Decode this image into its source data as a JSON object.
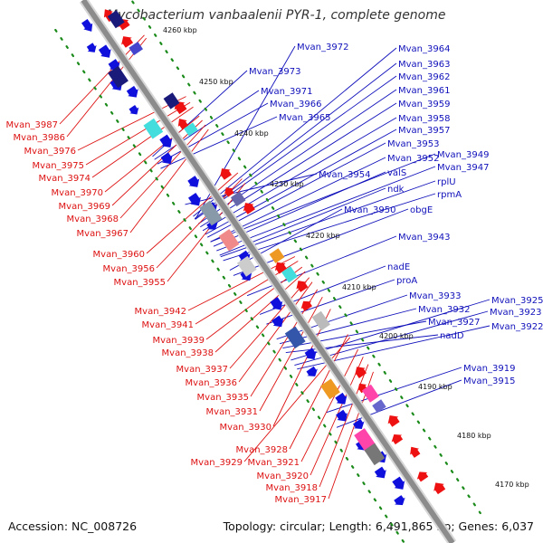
{
  "title": "Mycobacterium vanbaalenii PYR-1, complete genome",
  "footer": {
    "accession": "Accession: NC_008726",
    "topology": "Topology: circular; Length: 6,491,865 bp; Genes: 6,037"
  },
  "colors": {
    "backbone": "#8c8c8c",
    "forward_gene": "#1010dd",
    "reverse_gene": "#ee1111",
    "forward_label": "#1010bb",
    "reverse_label": "#dd1111",
    "tick_dots": "#1a8a1a"
  },
  "ticks": [
    "4260 kbp",
    "4250 kbp",
    "4240 kbp",
    "4230 kbp",
    "4220 kbp",
    "4210 kbp",
    "4200 kbp",
    "4190 kbp",
    "4180 kbp",
    "4170 kbp"
  ],
  "forward_labels": [
    "Mvan_3972",
    "Mvan_3964",
    "Mvan_3963",
    "Mvan_3973",
    "Mvan_3962",
    "Mvan_3971",
    "Mvan_3961",
    "Mvan_3966",
    "Mvan_3959",
    "Mvan_3965",
    "Mvan_3958",
    "Mvan_3957",
    "Mvan_3953",
    "Mvan_3952",
    "Mvan_3949",
    "Mvan_3954",
    "valS",
    "Mvan_3947",
    "ndk",
    "rplU",
    "rpmA",
    "Mvan_3950",
    "obgE",
    "Mvan_3943",
    "nadE",
    "proA",
    "Mvan_3933",
    "Mvan_3925",
    "Mvan_3932",
    "Mvan_3923",
    "Mvan_3927",
    "Mvan_3922",
    "nadD",
    "Mvan_3919",
    "Mvan_3915"
  ],
  "reverse_labels": [
    "Mvan_3987",
    "Mvan_3986",
    "Mvan_3976",
    "Mvan_3975",
    "Mvan_3974",
    "Mvan_3970",
    "Mvan_3969",
    "Mvan_3968",
    "Mvan_3967",
    "Mvan_3960",
    "Mvan_3956",
    "Mvan_3955",
    "Mvan_3942",
    "Mvan_3941",
    "Mvan_3939",
    "Mvan_3938",
    "Mvan_3937",
    "Mvan_3936",
    "Mvan_3935",
    "Mvan_3931",
    "Mvan_3930",
    "Mvan_3928",
    "Mvan_3929",
    "Mvan_3921",
    "Mvan_3920",
    "Mvan_3918",
    "Mvan_3917"
  ]
}
